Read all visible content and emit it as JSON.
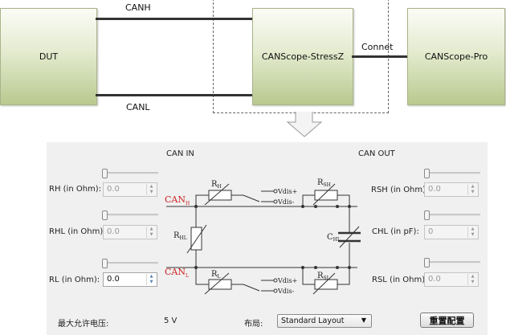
{
  "top_diagram": {
    "dut_label": "DUT",
    "stress_label": "CANScope-StressZ",
    "pro_label": "CANScope-Pro",
    "canh_label": "CANH",
    "canl_label": "CANL",
    "connect_label": "Connet",
    "arrow_icon": "down-arrow-icon"
  },
  "panel": {
    "can_in_label": "CAN IN",
    "can_out_label": "CAN OUT",
    "left_controls": [
      {
        "label": "RH (in Ohm):",
        "value": "0.0",
        "enabled": false
      },
      {
        "label": "RHL (in Ohm):",
        "value": "0.0",
        "enabled": false
      },
      {
        "label": "RL (in Ohm):",
        "value": "0.0",
        "enabled": true
      }
    ],
    "right_controls": [
      {
        "label": "RSH (in Ohm):",
        "value": "0.0",
        "enabled": false
      },
      {
        "label": "CHL (in pF):",
        "value": "0",
        "enabled": false
      },
      {
        "label": "RSL (in Ohm):",
        "value": "0.0",
        "enabled": false
      }
    ],
    "slider_levels": [
      0,
      0,
      0,
      0,
      0,
      0
    ],
    "circuit": {
      "canh": "CAN",
      "canh_sub": "H",
      "canl": "CAN",
      "canl_sub": "L",
      "rh": "R",
      "rh_sub": "H",
      "rhl": "R",
      "rhl_sub": "HL",
      "rl": "R",
      "rl_sub": "L",
      "rsh": "R",
      "rsh_sub": "SH",
      "rsl": "R",
      "rsl_sub": "SL",
      "chl": "C",
      "chl_sub": "HL",
      "vdis_plus": "Vdis+",
      "vdis_minus": "Vdis-",
      "can_color": "#cc2222"
    },
    "max_voltage_label": "最大允许电压:",
    "max_voltage_value": "5 V",
    "layout_label": "布局:",
    "layout_selected": "Standard Layout",
    "reset_button": "重置配置"
  }
}
